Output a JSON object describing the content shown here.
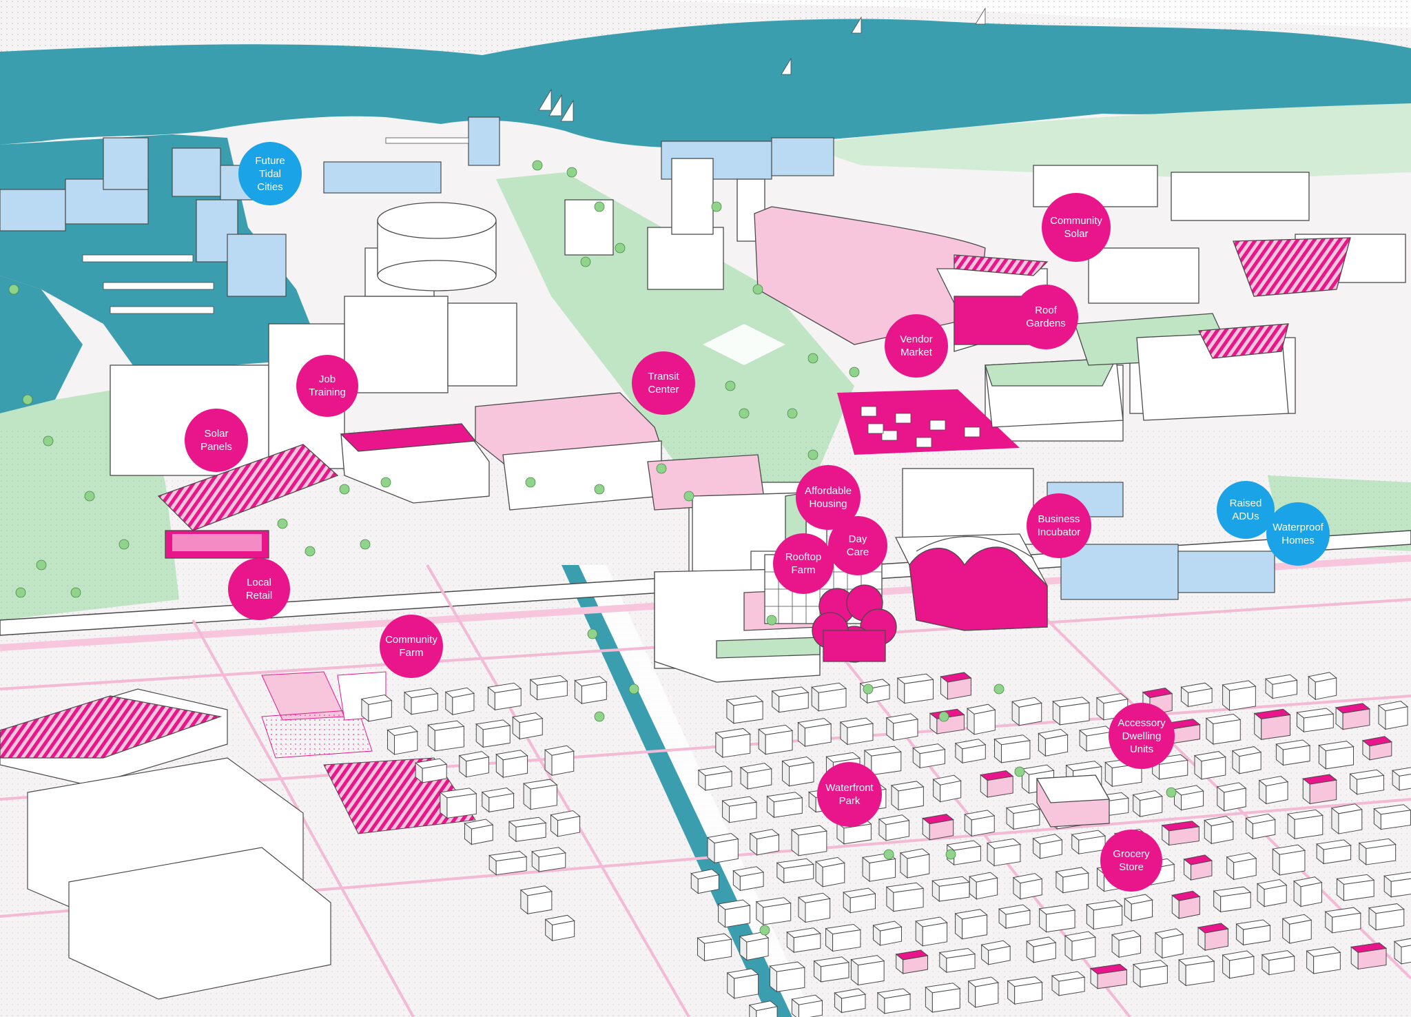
{
  "colors": {
    "water": "#3a9eaf",
    "park": "#bfe5c4",
    "magenta": "#e8168a",
    "pink_light": "#f7c6dd",
    "blue_light": "#b9daf2",
    "blue_label": "#1aa3e6",
    "building": "#ffffff",
    "outline": "#4a4a4a",
    "ground": "#f6f3f4"
  },
  "labels": [
    {
      "id": "future-tidal-cities",
      "text": "Future\nTidal\nCities",
      "color": "blue"
    },
    {
      "id": "community-solar",
      "text": "Community\nSolar",
      "color": "pink"
    },
    {
      "id": "roof-gardens",
      "text": "Roof\nGardens",
      "color": "pink"
    },
    {
      "id": "vendor-market",
      "text": "Vendor\nMarket",
      "color": "pink"
    },
    {
      "id": "transit-center",
      "text": "Transit\nCenter",
      "color": "pink"
    },
    {
      "id": "job-training",
      "text": "Job\nTraining",
      "color": "pink"
    },
    {
      "id": "solar-panels",
      "text": "Solar\nPanels",
      "color": "pink"
    },
    {
      "id": "affordable-housing",
      "text": "Affordable\nHousing",
      "color": "pink"
    },
    {
      "id": "day-care",
      "text": "Day\nCare",
      "color": "pink"
    },
    {
      "id": "rooftop-farm",
      "text": "Rooftop\nFarm",
      "color": "pink"
    },
    {
      "id": "business-incubator",
      "text": "Business\nIncubator",
      "color": "pink"
    },
    {
      "id": "raised-adus",
      "text": "Raised\nADUs",
      "color": "blue"
    },
    {
      "id": "waterproof-homes",
      "text": "Waterproof\nHomes",
      "color": "blue"
    },
    {
      "id": "local-retail",
      "text": "Local\nRetail",
      "color": "pink"
    },
    {
      "id": "community-farm",
      "text": "Community\nFarm",
      "color": "pink"
    },
    {
      "id": "accessory-dwelling-units",
      "text": "Accessory\nDwelling\nUnits",
      "color": "pink"
    },
    {
      "id": "waterfront-park",
      "text": "Waterfront\nPark",
      "color": "pink"
    },
    {
      "id": "grocery-store",
      "text": "Grocery\nStore",
      "color": "pink"
    }
  ]
}
